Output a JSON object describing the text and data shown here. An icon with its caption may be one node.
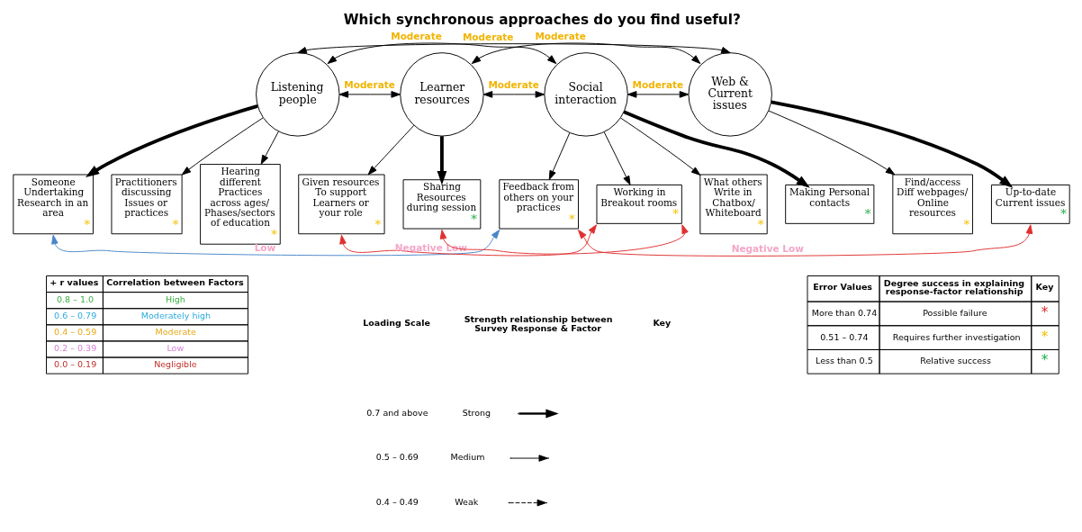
{
  "diagram": {
    "title": "Which synchronous approaches do you find useful?",
    "nodes": [
      {
        "text": [
          "Listening people"
        ]
      },
      {
        "text": [
          "Learner resources"
        ]
      },
      {
        "text": [
          "Social interaction"
        ]
      },
      {
        "text": [
          "Web & Current issues"
        ]
      },
      {
        "text": [
          "Someone Undertaking Research in an area",
          "*"
        ]
      },
      {
        "text": [
          "Practitioners discussing Issues or practices",
          "*"
        ]
      },
      {
        "text": [
          "Hearing different Practices across ages/ Phases/sectors of education",
          "*"
        ]
      },
      {
        "text": [
          "Given resources To support Learners or your role",
          "*"
        ]
      },
      {
        "text": [
          "Sharing Resources during session",
          "*"
        ]
      },
      {
        "text": [
          "Feedback from others on your practices",
          "*"
        ]
      },
      {
        "text": [
          "Working in Breakout rooms",
          "*"
        ]
      },
      {
        "text": [
          "What others Write in Chatbox/ Whiteboard",
          "*"
        ]
      },
      {
        "text": [
          "Making Personal contacts",
          "*"
        ]
      },
      {
        "text": [
          "Find/access Diff webpages/ Online resources",
          "*"
        ]
      },
      {
        "text": [
          "Up-to-date Current issues",
          "*"
        ]
      }
    ],
    "edges": [
      {
        "from": 0,
        "to": 3,
        "arrow": "both",
        "label": "Moderate"
      },
      {
        "from": 0,
        "to": 2,
        "arrow": "both",
        "label": "Moderate"
      },
      {
        "from": 1,
        "to": 3,
        "arrow": "both",
        "label": "Moderate"
      },
      {
        "from": 0,
        "to": 1,
        "arrow": "both",
        "label": "Moderate"
      },
      {
        "from": 1,
        "to": 2,
        "arrow": "both",
        "label": "Moderate"
      },
      {
        "from": 2,
        "to": 3,
        "arrow": "both",
        "label": "Moderate"
      },
      {
        "from": 0,
        "to": 4,
        "arrow": "to",
        "style": "thick"
      },
      {
        "from": 0,
        "to": 5,
        "arrow": "to"
      },
      {
        "from": 0,
        "to": 6,
        "arrow": "to"
      },
      {
        "from": 1,
        "to": 7,
        "arrow": "to"
      },
      {
        "from": 1,
        "to": 8,
        "arrow": "to",
        "style": "thick"
      },
      {
        "from": 2,
        "to": 9,
        "arrow": "to"
      },
      {
        "from": 2,
        "to": 10,
        "arrow": "to"
      },
      {
        "from": 2,
        "to": 11,
        "arrow": "to"
      },
      {
        "from": 2,
        "to": 12,
        "arrow": "to",
        "style": "thick"
      },
      {
        "from": 3,
        "to": 13,
        "arrow": "to"
      },
      {
        "from": 3,
        "to": 14,
        "arrow": "to",
        "style": "thick"
      },
      {
        "from": 4,
        "to": 9,
        "arrow": "both",
        "label": "Low",
        "color": "#4a86c8"
      },
      {
        "from": 7,
        "to": 10,
        "arrow": "both",
        "label": "Negative Low",
        "color": "#e03030"
      },
      {
        "from": 8,
        "to": 10,
        "arrow": "both",
        "color": "#e03030"
      },
      {
        "from": 9,
        "to": 14,
        "arrow": "both",
        "label": "Negative Low",
        "color": "#e03030"
      }
    ],
    "labels": [
      "+ r values",
      "Correlation between Factors",
      "0.8 – 1.0",
      "High",
      "0.6 – 0.79",
      "Moderately high",
      "0.4 – 0.59",
      "Moderate",
      "0.2 – 0.39",
      "Low",
      "0.0 – 0.19",
      "Negligible",
      "Loading Scale",
      "Strength relationship between Survey Response & Factor",
      "Key",
      "0.7 and above",
      "0.5 – 0.69",
      "0.4 – 0.49",
      "Error Values",
      "Degree success in explaining response-factor relationship",
      "Key",
      "More than 0.74",
      "Possible failure",
      "*",
      "0.51 – 0.74",
      "Requires further investigation",
      "*",
      "Less than 0.5",
      "Relative success",
      "*"
    ],
    "legend": [
      {
        "text": "Strong"
      },
      {
        "text": "Medium"
      },
      {
        "text": "Weak"
      }
    ]
  }
}
